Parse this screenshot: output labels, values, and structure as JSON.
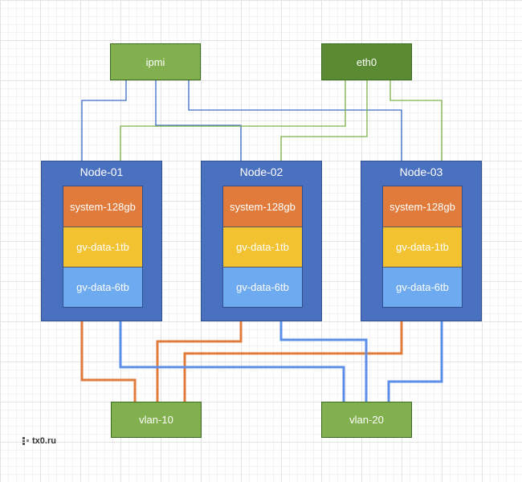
{
  "colors": {
    "net_green": "#82b04e",
    "net_dark_green": "#5a8a32",
    "node_blue": "#4a70c0",
    "system_orange": "#e07b3c",
    "data_yellow": "#f2c230",
    "data_blue": "#6eaaf0",
    "wire_blue_thin": "#3a6bc8",
    "wire_green_thin": "#7fb24a",
    "wire_orange": "#e07b3c",
    "wire_blue": "#5b8ee8"
  },
  "network": {
    "ipmi": "ipmi",
    "eth0": "eth0",
    "vlan10": "vlan-10",
    "vlan20": "vlan-20"
  },
  "nodes": [
    {
      "title": "Node-01",
      "disks": [
        "system-128gb",
        "gv-data-1tb",
        "gv-data-6tb"
      ]
    },
    {
      "title": "Node-02",
      "disks": [
        "system-128gb",
        "gv-data-1tb",
        "gv-data-6tb"
      ]
    },
    {
      "title": "Node-03",
      "disks": [
        "system-128gb",
        "gv-data-1tb",
        "gv-data-6tb"
      ]
    }
  ],
  "watermark": {
    "text": "tx0.ru",
    "icon": "network-icon"
  }
}
